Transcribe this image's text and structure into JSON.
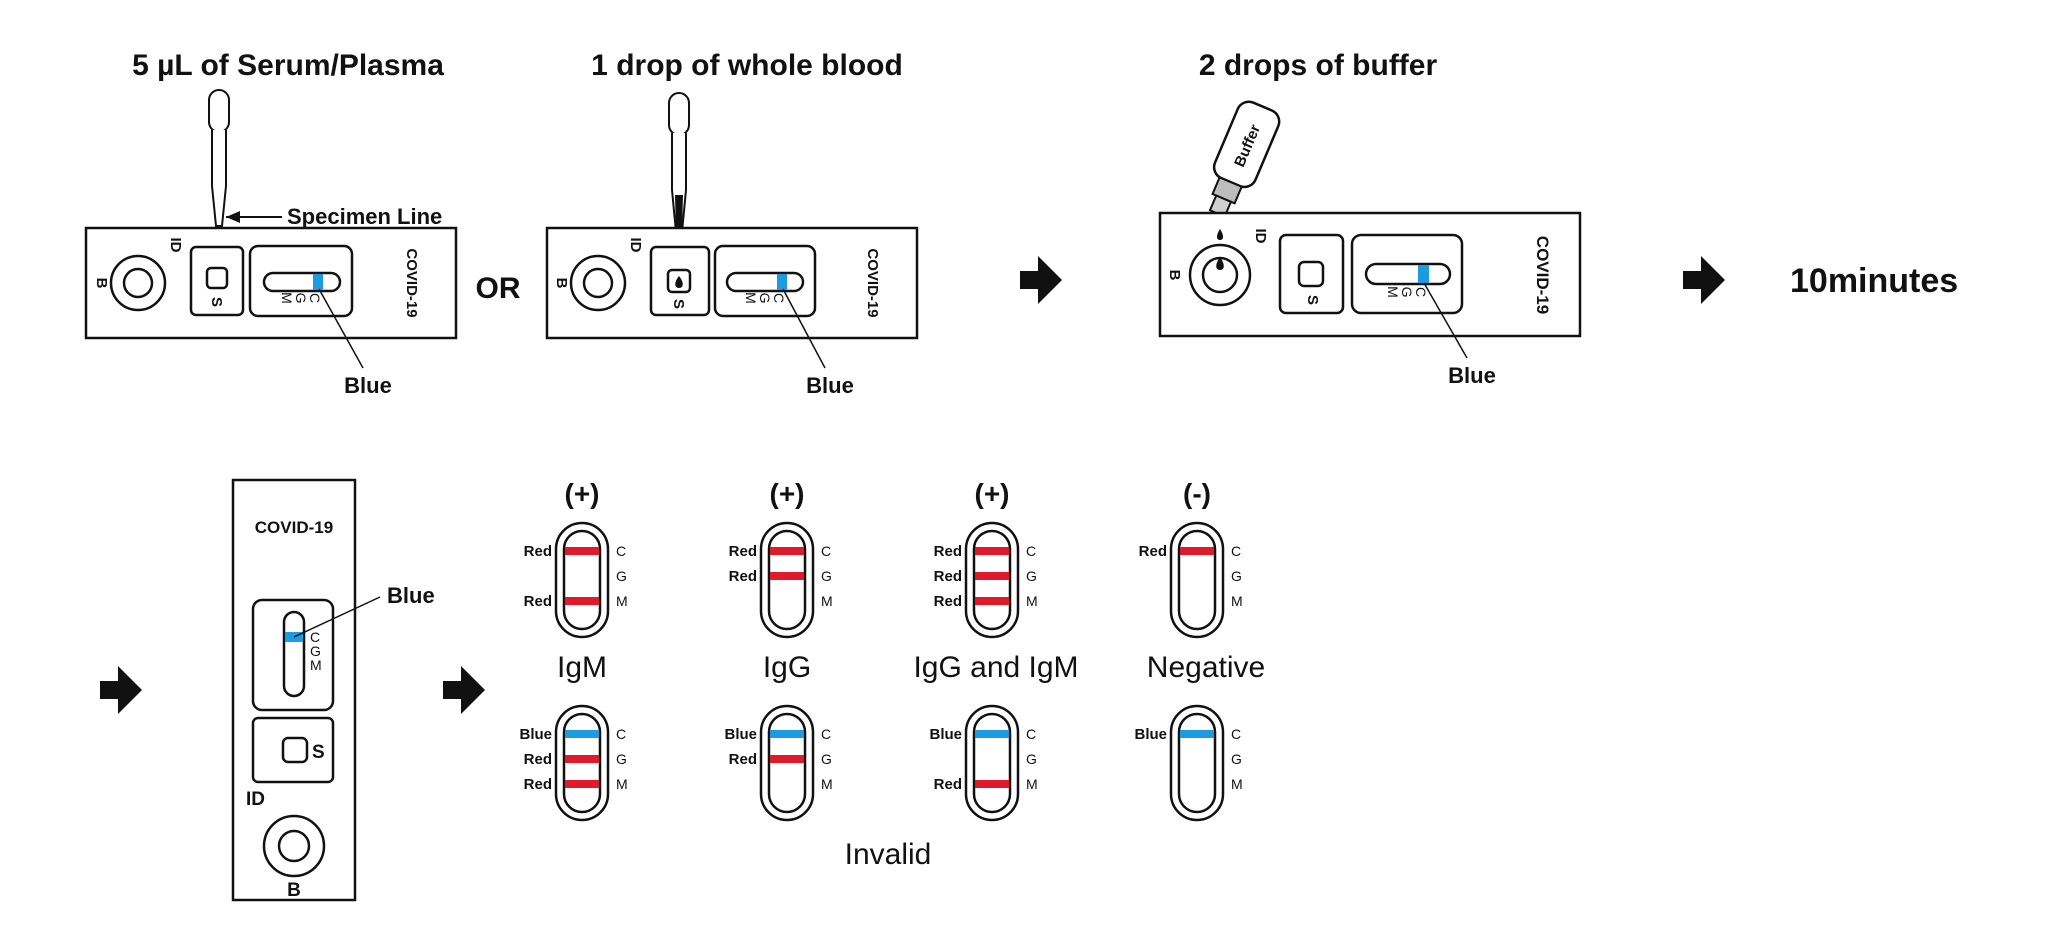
{
  "steps": {
    "serum_title": "5 µL of Serum/Plasma",
    "blood_title": "1 drop of whole blood",
    "buffer_title": "2 drops of buffer",
    "or_label": "OR",
    "time_label": "10minutes",
    "specimen_line_label": "Specimen Line",
    "buffer_bottle_label": "Buffer",
    "blue_label": "Blue"
  },
  "cassette": {
    "brand": "COVID-19",
    "id_label": "ID",
    "b_label": "B",
    "s_label": "S",
    "c_label": "C",
    "g_label": "G",
    "m_label": "M"
  },
  "results": {
    "positive_sign": "(+)",
    "negative_sign": "(-)",
    "red_label": "Red",
    "blue_label": "Blue",
    "igm_label": "IgM",
    "igg_label": "IgG",
    "both_label": "IgG and IgM",
    "negative_label": "Negative",
    "invalid_label": "Invalid"
  },
  "colors": {
    "blue_line": "#1e9be0",
    "red_line": "#e0192b",
    "outline": "#111111"
  }
}
